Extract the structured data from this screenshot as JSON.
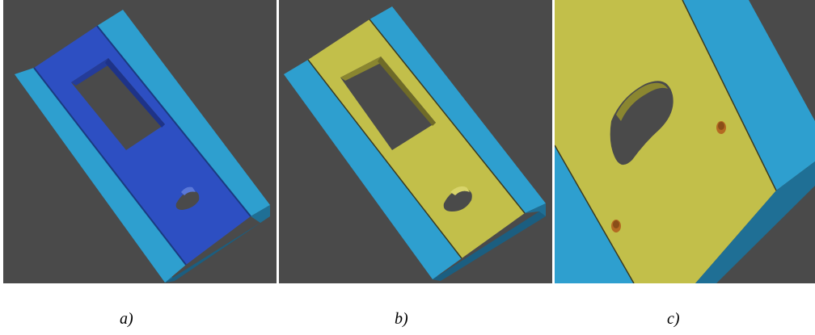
{
  "figure": {
    "background_color": "#4a4a4a",
    "colors": {
      "rail_blue": "#2e9fcf",
      "plate_side_blue": "#1f6f95",
      "selected_face_blue": "#2d4fc2",
      "highlight_yellow": "#c2bf4a",
      "hole_brown": "#b46a22"
    },
    "panels": [
      {
        "id": "a",
        "caption": "a)",
        "description_icon": "cad-plate-blue-render"
      },
      {
        "id": "b",
        "caption": "b)",
        "description_icon": "cad-plate-yellow-face-render"
      },
      {
        "id": "c",
        "caption": "c)",
        "description_icon": "cad-plate-closeup-render"
      }
    ]
  }
}
